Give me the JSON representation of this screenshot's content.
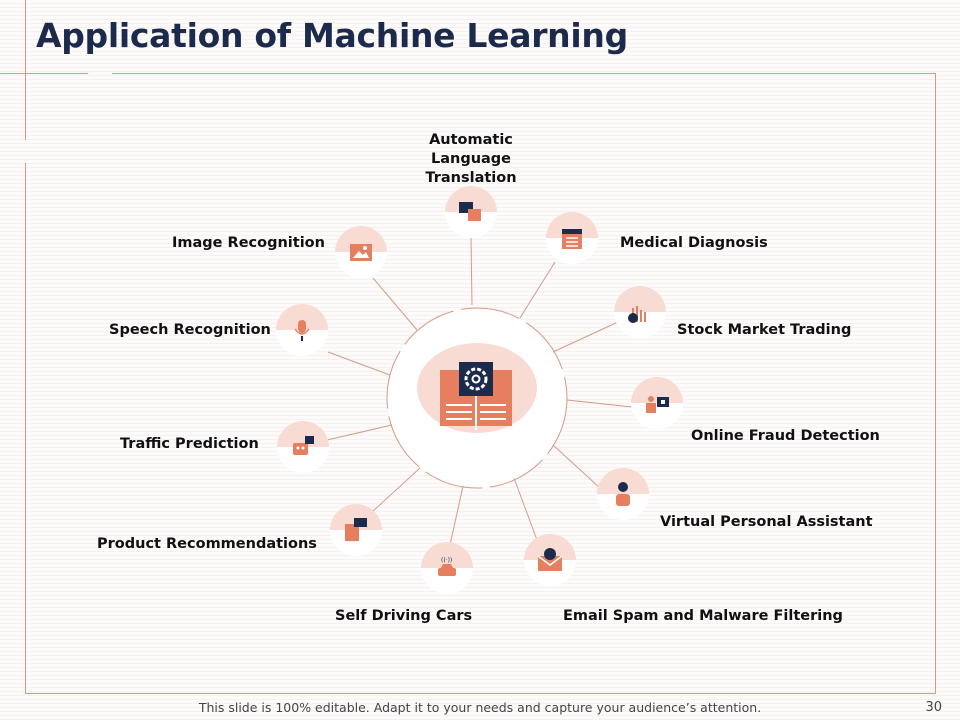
{
  "title": "Application of Machine Learning",
  "center": {
    "icon": "book-chip-gear-icon"
  },
  "items": [
    {
      "label": "Automatic Language Translation",
      "icon": "translation-icon"
    },
    {
      "label": "Medical Diagnosis",
      "icon": "clipboard-medical-icon"
    },
    {
      "label": "Stock Market Trading",
      "icon": "stock-chart-icon"
    },
    {
      "label": "Online Fraud Detection",
      "icon": "fraud-computer-icon"
    },
    {
      "label": "Virtual Personal Assistant",
      "icon": "person-icon"
    },
    {
      "label": "Email Spam and Malware Filtering",
      "icon": "email-block-icon"
    },
    {
      "label": "Self Driving Cars",
      "icon": "car-signal-icon"
    },
    {
      "label": "Product Recommendations",
      "icon": "product-chat-icon"
    },
    {
      "label": "Traffic Prediction",
      "icon": "traffic-robot-icon"
    },
    {
      "label": "Speech Recognition",
      "icon": "microphone-icon"
    },
    {
      "label": "Image Recognition",
      "icon": "image-icon"
    }
  ],
  "footer": "This slide is 100% editable. Adapt it to your needs and capture your audience’s attention.",
  "page_number": "30",
  "colors": {
    "navy": "#1c2b4b",
    "accent": "#e57f5f",
    "pink": "#f8dcd3",
    "line": "#d49a85"
  }
}
